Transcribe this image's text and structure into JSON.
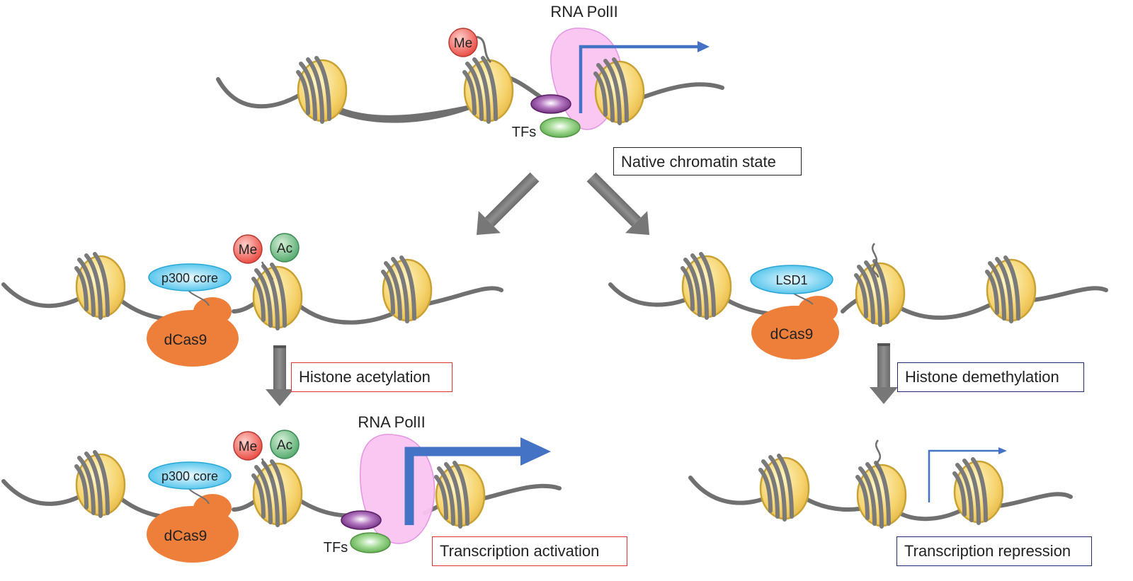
{
  "labels": {
    "rna_pol": "RNA PolII",
    "tfs": "TFs",
    "me": "Me",
    "ac": "Ac",
    "p300": "p300 core",
    "lsd1": "LSD1",
    "dcas9": "dCas9"
  },
  "boxes": {
    "native": "Native chromatin state",
    "acetylation": "Histone acetylation",
    "demethylation": "Histone demethylation",
    "activation": "Transcription activation",
    "repression": "Transcription repression"
  },
  "colors": {
    "dna": "#707070",
    "nucleosome_fill": "#f5d26a",
    "nucleosome_stroke": "#c9a233",
    "dcas9": "#ee7f3a",
    "pol": "#f7b6ee",
    "arrow_blue": "#4472c4",
    "me": "#e8453c",
    "ac": "#4fa86a",
    "p300": "#53c8ee",
    "tf_purple": "#7a2f8a",
    "tf_green": "#6cc060",
    "red_box": "#e0322e",
    "navy_box": "#1f2a6e",
    "gray_arrow": "#777777"
  }
}
